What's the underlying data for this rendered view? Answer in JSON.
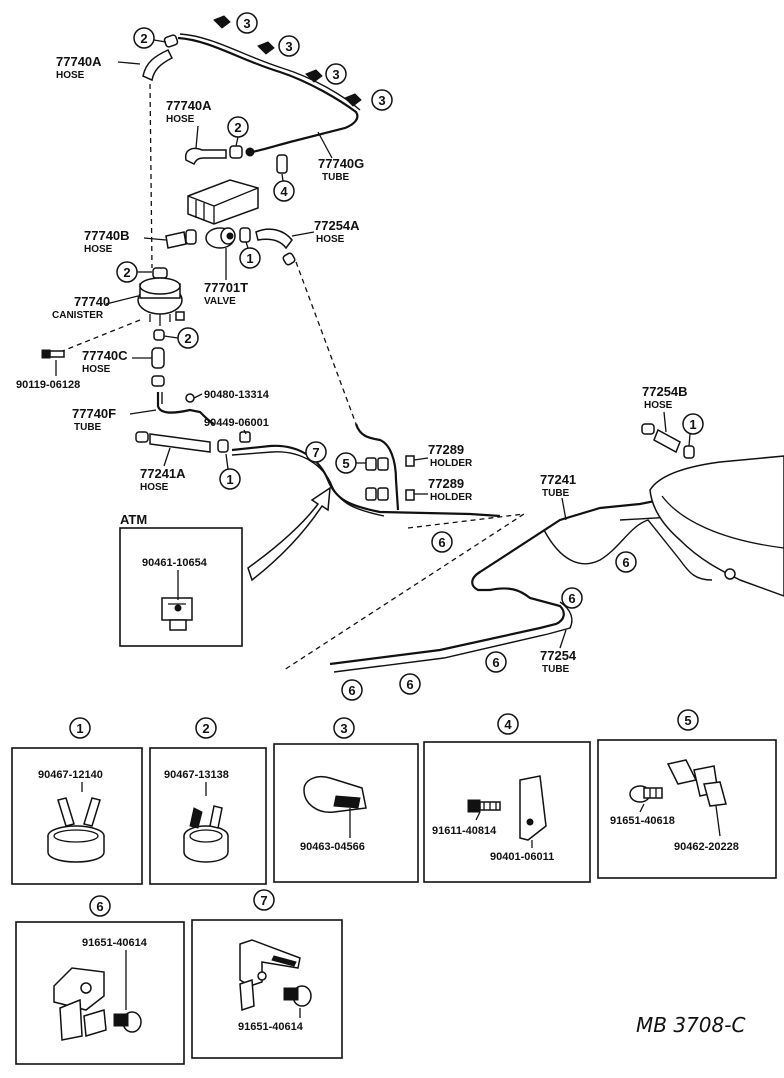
{
  "labels": {
    "p77740A_1": "77740A",
    "hose_1": "HOSE",
    "p77740A_2": "77740A",
    "hose_2": "HOSE",
    "p77740G": "77740G",
    "tube_g": "TUBE",
    "p77740B": "77740B",
    "hose_b": "HOSE",
    "p77254A": "77254A",
    "hose_254a": "HOSE",
    "p77701T": "77701T",
    "valve": "VALVE",
    "p77740": "77740",
    "canister": "CANISTER",
    "p77740C": "77740C",
    "hose_c": "HOSE",
    "p90119": "90119-06128",
    "p90480": "90480-13314",
    "p77740F": "77740F",
    "tube_f": "TUBE",
    "p90449": "90449-06001",
    "p77241A": "77241A",
    "hose_241a": "HOSE",
    "p77289_1": "77289",
    "holder_1": "HOLDER",
    "p77289_2": "77289",
    "holder_2": "HOLDER",
    "p77254B": "77254B",
    "hose_254b": "HOSE",
    "p77241": "77241",
    "tube_241": "TUBE",
    "p77254": "77254",
    "tube_254": "TUBE",
    "atm": "ATM",
    "p90461": "90461-10654",
    "signature": "MB 3708-C"
  },
  "callouts": [
    "1",
    "2",
    "3",
    "4",
    "5",
    "6",
    "7"
  ],
  "details": {
    "d1": {
      "num": "1",
      "part": "90467-12140"
    },
    "d2": {
      "num": "2",
      "part": "90467-13138"
    },
    "d3": {
      "num": "3",
      "part": "90463-04566"
    },
    "d4": {
      "num": "4",
      "part_a": "91611-40814",
      "part_b": "90401-06011"
    },
    "d5": {
      "num": "5",
      "part_a": "91651-40618",
      "part_b": "90462-20228"
    },
    "d6": {
      "num": "6",
      "part": "91651-40614"
    },
    "d7": {
      "num": "7",
      "part": "91651-40614"
    }
  }
}
